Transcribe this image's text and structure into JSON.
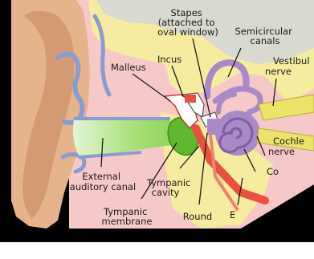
{
  "diagram": {
    "labels": {
      "stapes": [
        "Stapes",
        "(attached to",
        "oval window)"
      ],
      "semicircular_canals": [
        "Semicircular",
        "canals"
      ],
      "incus": "Incus",
      "malleus": "Malleus",
      "vestibular_nerve": [
        "Vestibul",
        "nerve"
      ],
      "cochlear_nerve": [
        "Cochle",
        "nerve"
      ],
      "cochlea": "Co",
      "external_auditory_canal": [
        "External",
        "auditory canal"
      ],
      "tympanic_cavity": [
        "Tympanic",
        "cavity"
      ],
      "tympanic_membrane": [
        "Tympanic",
        "membrane"
      ],
      "round_window": "Round",
      "eustachian_tube": "E"
    },
    "colors": {
      "background": "#ffffff",
      "frame": "#000000",
      "skin": "#e6b48c",
      "skin_dark": "#c98f66",
      "cartilage": "#8a9bd0",
      "bone": "#f5eca0",
      "canal_pink": "#f7c8c8",
      "canal_green": "#8fd35a",
      "membrane_green": "#5fb82e",
      "inner_ear_purple": "#a98ac7",
      "nerve_yellow": "#ece36a",
      "bone_gray": "#d9d9cf",
      "red": "#e9503f"
    }
  }
}
